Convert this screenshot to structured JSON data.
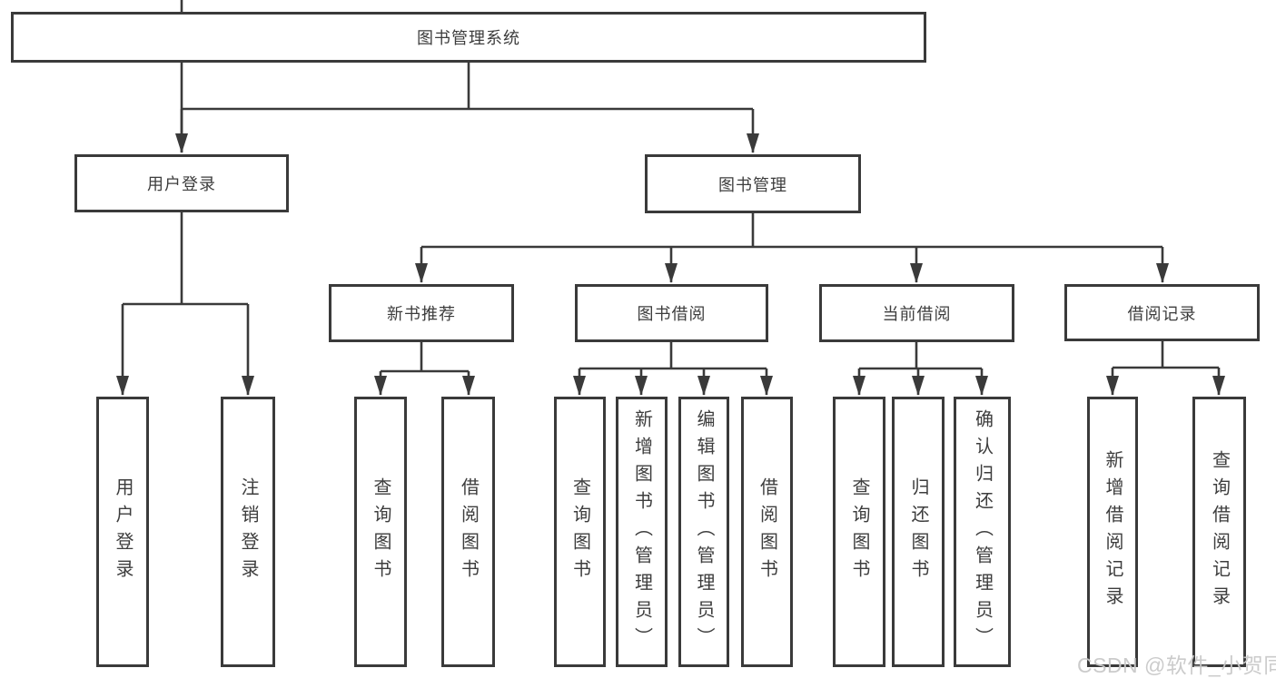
{
  "diagram_title": "图书管理系统",
  "tree": {
    "label": "图书管理系统",
    "children": [
      {
        "label": "用户登录",
        "children": [
          {
            "label": "用户登录"
          },
          {
            "label": "注销登录"
          }
        ]
      },
      {
        "label": "图书管理",
        "children": [
          {
            "label": "新书推荐",
            "children": [
              {
                "label": "查询图书"
              },
              {
                "label": "借阅图书"
              }
            ]
          },
          {
            "label": "图书借阅",
            "children": [
              {
                "label": "查询图书"
              },
              {
                "label": "新增图书（管理员）"
              },
              {
                "label": "编辑图书（管理员）"
              },
              {
                "label": "借阅图书"
              }
            ]
          },
          {
            "label": "当前借阅",
            "children": [
              {
                "label": "查询图书"
              },
              {
                "label": "归还图书"
              },
              {
                "label": "确认归还（管理员）"
              }
            ]
          },
          {
            "label": "借阅记录",
            "children": [
              {
                "label": "新增借阅记录"
              },
              {
                "label": "查询借阅记录"
              }
            ]
          }
        ]
      }
    ]
  },
  "watermark": {
    "text": "CSDN @软件_小贺同学"
  },
  "colors": {
    "line": "#3a3a3a",
    "text": "#3d3d3d",
    "box_fill": "#ffffff",
    "watermark": "#c9c9c9",
    "background": "#ffffff"
  }
}
